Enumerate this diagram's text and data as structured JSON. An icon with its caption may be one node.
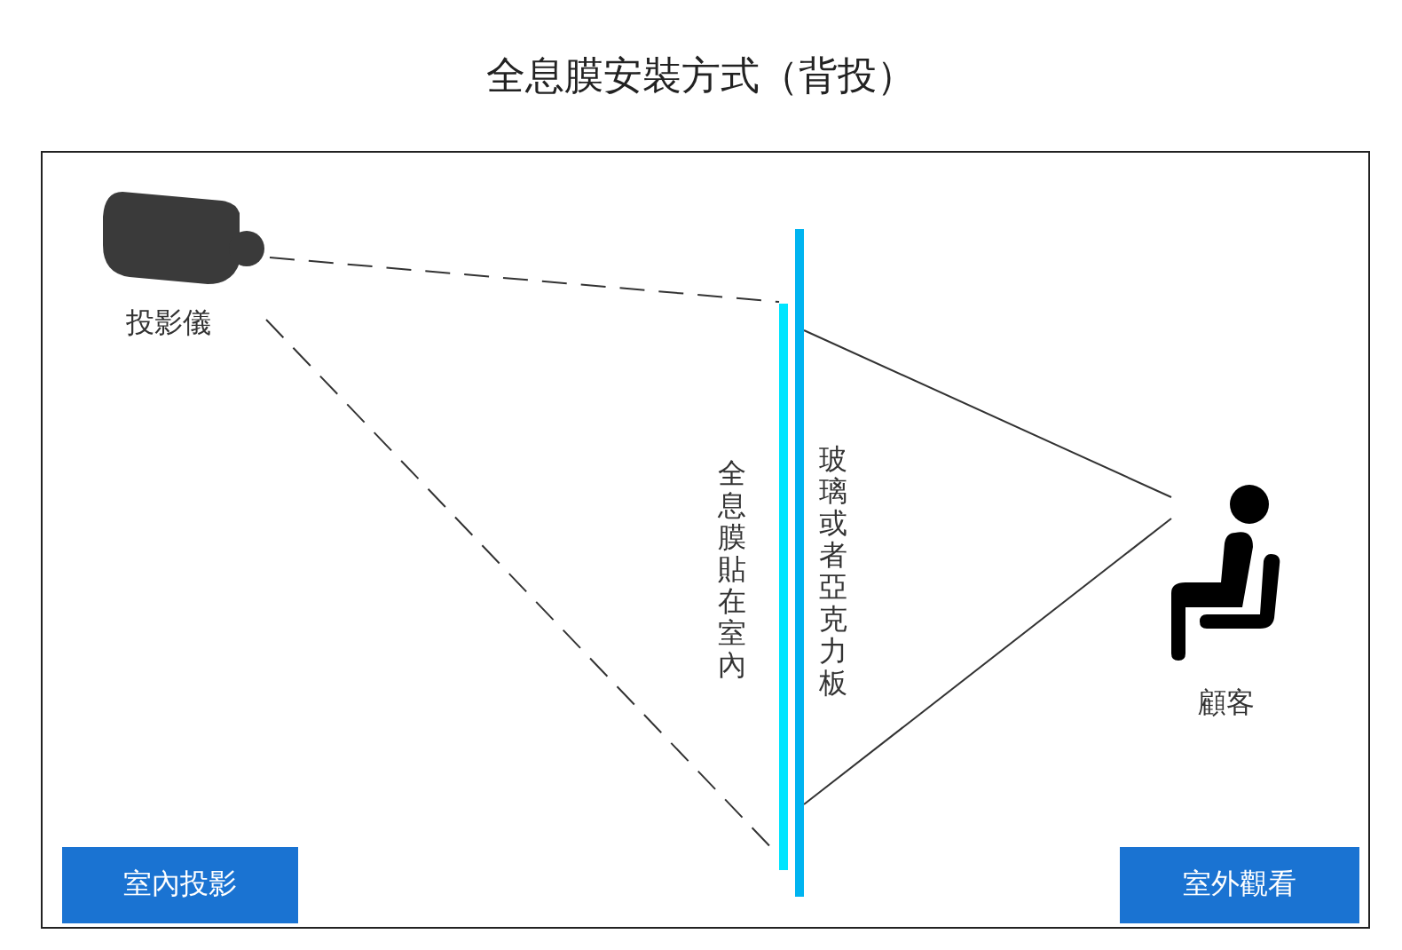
{
  "diagram": {
    "title": "全息膜安裝方式（背投）",
    "nodes": [
      {
        "text": [
          "投影儀"
        ]
      },
      {
        "text": [],
        "shape": "bar",
        "beside": [
          "全息膜貼在室內"
        ]
      },
      {
        "text": [],
        "shape": "bar",
        "beside": [
          "玻璃或者亞克力板"
        ]
      },
      {
        "text": [
          "顧客"
        ]
      },
      {
        "text": [
          "室內投影"
        ]
      },
      {
        "text": [
          "室外觀看"
        ]
      }
    ],
    "edges": [
      {
        "from": 0,
        "to": 1,
        "arrow": "none",
        "style": "dashed"
      },
      {
        "from": 0,
        "to": 1,
        "arrow": "none",
        "style": "dashed"
      },
      {
        "from": 2,
        "to": 3,
        "arrow": "none"
      },
      {
        "from": 2,
        "to": 3,
        "arrow": "none"
      }
    ]
  }
}
